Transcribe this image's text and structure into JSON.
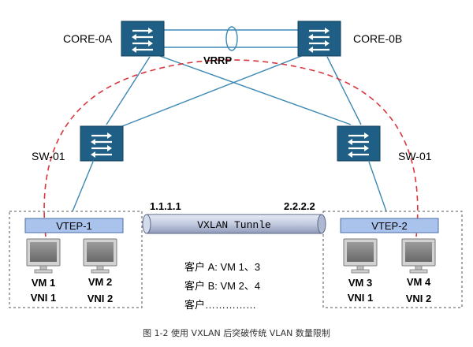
{
  "nodes": {
    "core_a": "CORE-0A",
    "core_b": "CORE-0B",
    "sw_left": "SW-01",
    "sw_right": "SW-01"
  },
  "link_label": "VRRP",
  "tunnel": {
    "label": "VXLAN Tunnle",
    "ip_left": "1.1.1.1",
    "ip_right": "2.2.2.2"
  },
  "vtep_left": {
    "title": "VTEP-1",
    "vms": [
      {
        "name": "VM 1",
        "vni": "VNI 1"
      },
      {
        "name": "VM 2",
        "vni": "VNI 2"
      }
    ]
  },
  "vtep_right": {
    "title": "VTEP-2",
    "vms": [
      {
        "name": "VM 3",
        "vni": "VNI 1"
      },
      {
        "name": "VM 4",
        "vni": "VNI 2"
      }
    ]
  },
  "customers": [
    "客户 A:  VM 1、3",
    "客户 B:  VM 2、4",
    "客户……………"
  ],
  "caption": "图 1-2  使用 VXLAN 后突破传统  VLAN 数量限制",
  "colors": {
    "switch_fill": "#1f5f86",
    "link": "#3b88b5",
    "dashed": "#d9363e",
    "vtep_bar": "#a9c3ec",
    "tunnel": "#b9c2da"
  }
}
